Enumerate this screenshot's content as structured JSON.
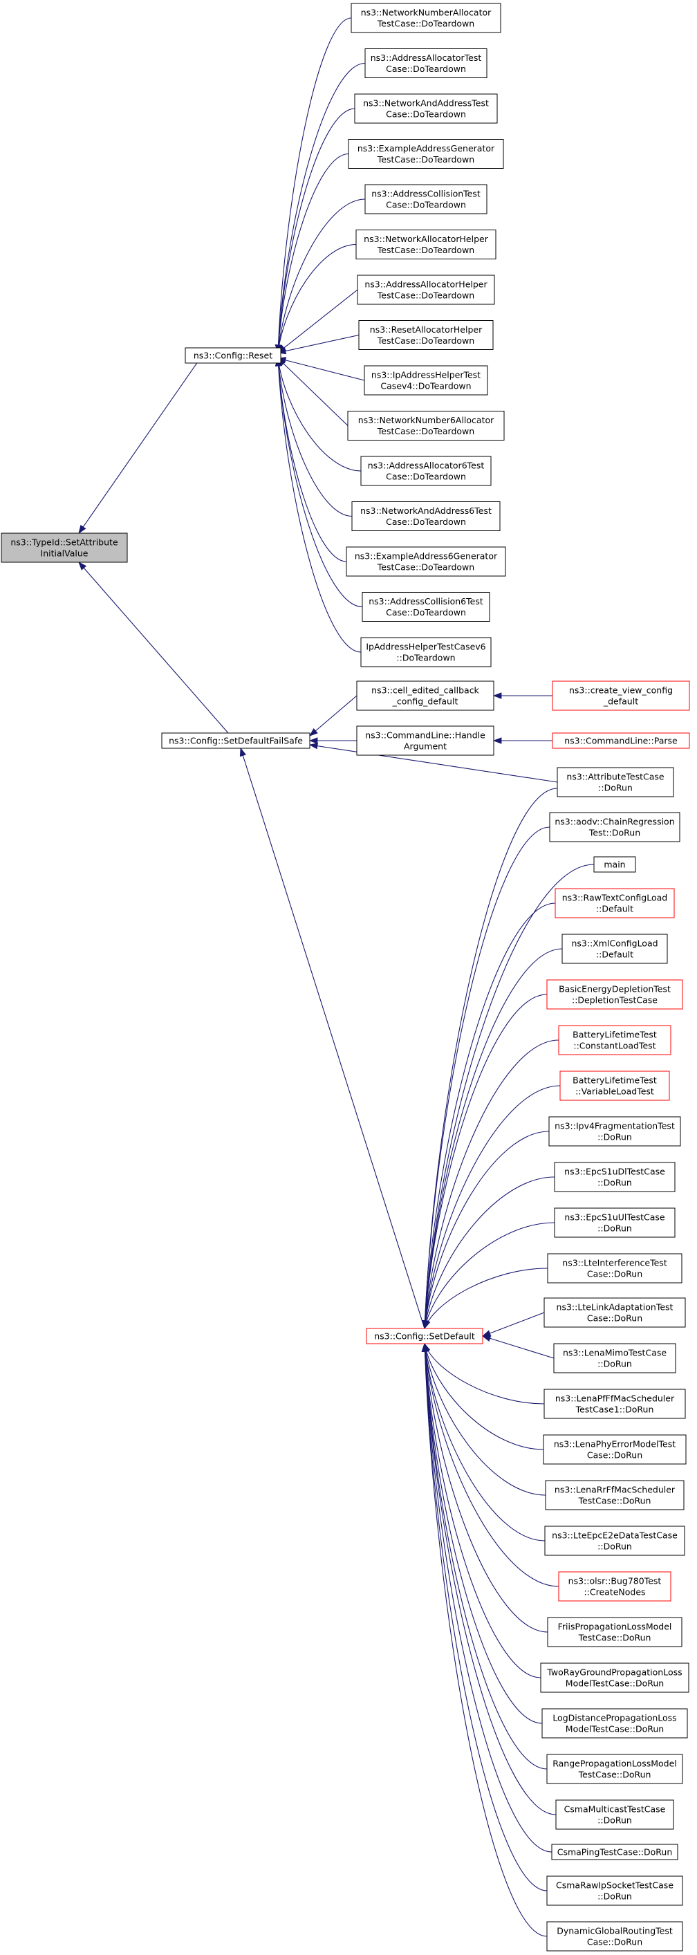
{
  "root": {
    "id": "root",
    "lines": [
      "ns3::TypeId::SetAttribute",
      "InitialValue"
    ],
    "style": "root"
  },
  "hubs": [
    {
      "id": "reset",
      "lines": [
        "ns3::Config::Reset"
      ],
      "style": "normal"
    },
    {
      "id": "failsafe",
      "lines": [
        "ns3::Config::SetDefaultFailSafe"
      ],
      "style": "normal"
    },
    {
      "id": "setdefault",
      "lines": [
        "ns3::Config::SetDefault"
      ],
      "style": "red"
    }
  ],
  "intermediates": [
    {
      "id": "cellcb",
      "lines": [
        "ns3::cell_edited_callback",
        "_config_default"
      ],
      "style": "normal"
    },
    {
      "id": "handlearg",
      "lines": [
        "ns3::CommandLine::Handle",
        "Argument"
      ],
      "style": "normal"
    }
  ],
  "far_nodes": [
    {
      "id": "createview",
      "lines": [
        "ns3::create_view_config",
        "_default"
      ],
      "style": "red"
    },
    {
      "id": "parse",
      "lines": [
        "ns3::CommandLine::Parse"
      ],
      "style": "red"
    }
  ],
  "reset_callers": [
    {
      "lines": [
        "ns3::NetworkNumberAllocator",
        "TestCase::DoTeardown"
      ],
      "style": "normal"
    },
    {
      "lines": [
        "ns3::AddressAllocatorTest",
        "Case::DoTeardown"
      ],
      "style": "normal"
    },
    {
      "lines": [
        "ns3::NetworkAndAddressTest",
        "Case::DoTeardown"
      ],
      "style": "normal"
    },
    {
      "lines": [
        "ns3::ExampleAddressGenerator",
        "TestCase::DoTeardown"
      ],
      "style": "normal"
    },
    {
      "lines": [
        "ns3::AddressCollisionTest",
        "Case::DoTeardown"
      ],
      "style": "normal"
    },
    {
      "lines": [
        "ns3::NetworkAllocatorHelper",
        "TestCase::DoTeardown"
      ],
      "style": "normal"
    },
    {
      "lines": [
        "ns3::AddressAllocatorHelper",
        "TestCase::DoTeardown"
      ],
      "style": "normal"
    },
    {
      "lines": [
        "ns3::ResetAllocatorHelper",
        "TestCase::DoTeardown"
      ],
      "style": "normal"
    },
    {
      "lines": [
        "ns3::IpAddressHelperTest",
        "Casev4::DoTeardown"
      ],
      "style": "normal"
    },
    {
      "lines": [
        "ns3::NetworkNumber6Allocator",
        "TestCase::DoTeardown"
      ],
      "style": "normal"
    },
    {
      "lines": [
        "ns3::AddressAllocator6Test",
        "Case::DoTeardown"
      ],
      "style": "normal"
    },
    {
      "lines": [
        "ns3::NetworkAndAddress6Test",
        "Case::DoTeardown"
      ],
      "style": "normal"
    },
    {
      "lines": [
        "ns3::ExampleAddress6Generator",
        "TestCase::DoTeardown"
      ],
      "style": "normal"
    },
    {
      "lines": [
        "ns3::AddressCollision6Test",
        "Case::DoTeardown"
      ],
      "style": "normal"
    },
    {
      "lines": [
        "IpAddressHelperTestCasev6",
        "::DoTeardown"
      ],
      "style": "normal"
    }
  ],
  "attribute_test": {
    "id": "attrtest",
    "lines": [
      "ns3::AttributeTestCase",
      "::DoRun"
    ],
    "style": "normal"
  },
  "setdefault_callers": [
    {
      "lines": [
        "ns3::aodv::ChainRegression",
        "Test::DoRun"
      ],
      "style": "normal"
    },
    {
      "lines": [
        "main"
      ],
      "style": "normal"
    },
    {
      "lines": [
        "ns3::RawTextConfigLoad",
        "::Default"
      ],
      "style": "red"
    },
    {
      "lines": [
        "ns3::XmlConfigLoad",
        "::Default"
      ],
      "style": "normal"
    },
    {
      "lines": [
        "BasicEnergyDepletionTest",
        "::DepletionTestCase"
      ],
      "style": "red"
    },
    {
      "lines": [
        "BatteryLifetimeTest",
        "::ConstantLoadTest"
      ],
      "style": "red"
    },
    {
      "lines": [
        "BatteryLifetimeTest",
        "::VariableLoadTest"
      ],
      "style": "red"
    },
    {
      "lines": [
        "ns3::Ipv4FragmentationTest",
        "::DoRun"
      ],
      "style": "normal"
    },
    {
      "lines": [
        "ns3::EpcS1uDlTestCase",
        "::DoRun"
      ],
      "style": "normal"
    },
    {
      "lines": [
        "ns3::EpcS1uUlTestCase",
        "::DoRun"
      ],
      "style": "normal"
    },
    {
      "lines": [
        "ns3::LteInterferenceTest",
        "Case::DoRun"
      ],
      "style": "normal"
    },
    {
      "lines": [
        "ns3::LteLinkAdaptationTest",
        "Case::DoRun"
      ],
      "style": "normal"
    },
    {
      "lines": [
        "ns3::LenaMimoTestCase",
        "::DoRun"
      ],
      "style": "normal"
    },
    {
      "lines": [
        "ns3::LenaPfFfMacScheduler",
        "TestCase1::DoRun"
      ],
      "style": "normal"
    },
    {
      "lines": [
        "ns3::LenaPhyErrorModelTest",
        "Case::DoRun"
      ],
      "style": "normal"
    },
    {
      "lines": [
        "ns3::LenaRrFfMacScheduler",
        "TestCase::DoRun"
      ],
      "style": "normal"
    },
    {
      "lines": [
        "ns3::LteEpcE2eDataTestCase",
        "::DoRun"
      ],
      "style": "normal"
    },
    {
      "lines": [
        "ns3::olsr::Bug780Test",
        "::CreateNodes"
      ],
      "style": "red"
    },
    {
      "lines": [
        "FriisPropagationLossModel",
        "TestCase::DoRun"
      ],
      "style": "normal"
    },
    {
      "lines": [
        "TwoRayGroundPropagationLoss",
        "ModelTestCase::DoRun"
      ],
      "style": "normal"
    },
    {
      "lines": [
        "LogDistancePropagationLoss",
        "ModelTestCase::DoRun"
      ],
      "style": "normal"
    },
    {
      "lines": [
        "RangePropagationLossModel",
        "TestCase::DoRun"
      ],
      "style": "normal"
    },
    {
      "lines": [
        "CsmaMulticastTestCase",
        "::DoRun"
      ],
      "style": "normal"
    },
    {
      "lines": [
        "CsmaPingTestCase::DoRun"
      ],
      "style": "normal"
    },
    {
      "lines": [
        "CsmaRawIpSocketTestCase",
        "::DoRun"
      ],
      "style": "normal"
    },
    {
      "lines": [
        "DynamicGlobalRoutingTest",
        "Case::DoRun"
      ],
      "style": "normal"
    }
  ],
  "colors": {
    "edge": "#191970",
    "red_border": "#ff0000",
    "root_fill": "#bfbfbf",
    "background": "#ffffff"
  }
}
